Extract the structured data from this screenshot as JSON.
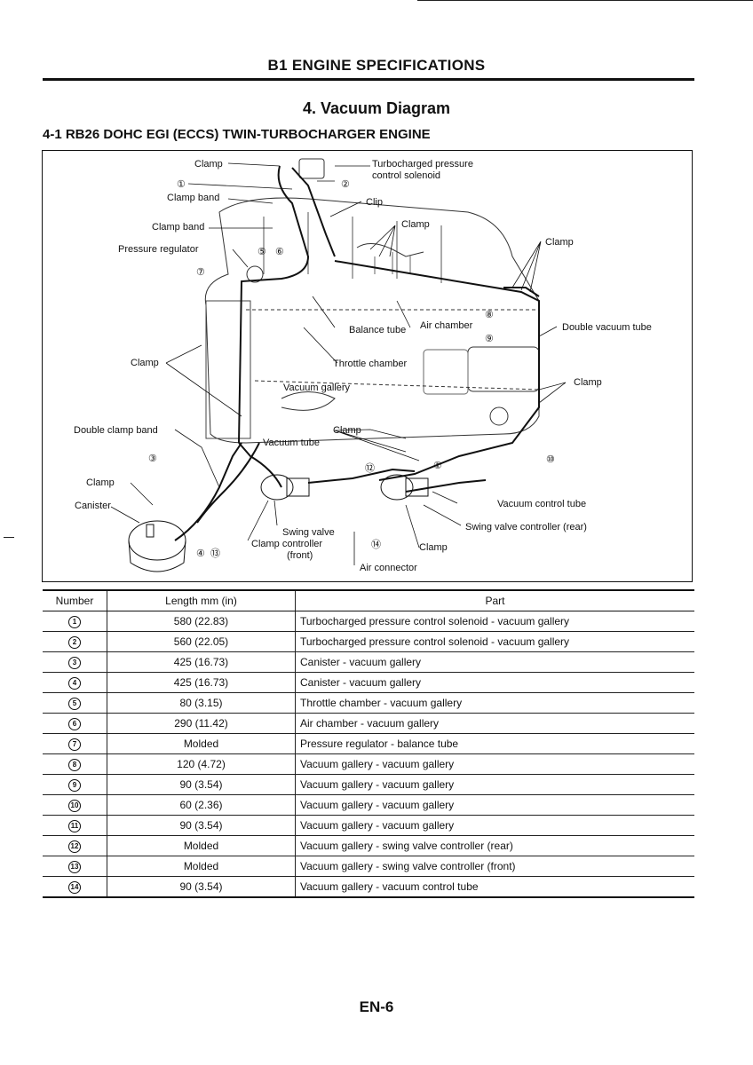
{
  "header": {
    "title": "B1 ENGINE SPECIFICATIONS"
  },
  "section": {
    "title": "4. Vacuum Diagram"
  },
  "subsection": {
    "title": "4-1 RB26 DOHC EGI (ECCS) TWIN-TURBOCHARGER ENGINE"
  },
  "diagram": {
    "labels": {
      "clamp_1": "Clamp",
      "clamp_band_1": "Clamp band",
      "clamp_band_2": "Clamp band",
      "pressure_regulator": "Pressure regulator",
      "turbo_solenoid_1": "Turbocharged pressure",
      "turbo_solenoid_2": "control solenoid",
      "clip": "Clip",
      "clamp_2": "Clamp",
      "clamp_3": "Clamp",
      "balance_tube": "Balance tube",
      "air_chamber": "Air chamber",
      "double_vacuum_tube": "Double vacuum tube",
      "clamp_4": "Clamp",
      "throttle_chamber": "Throttle chamber",
      "clamp_5": "Clamp",
      "vacuum_gallery": "Vacuum gallery",
      "double_clamp_band": "Double clamp band",
      "clamp_6": "Clamp",
      "vacuum_tube": "Vacuum tube",
      "clamp_7": "Clamp",
      "canister": "Canister",
      "swing_valve": "Swing valve",
      "clamp_controller_1": "Clamp controller",
      "clamp_controller_2": "(front)",
      "vacuum_control_tube": "Vacuum control tube",
      "swing_valve_controller_rear": "Swing valve controller (rear)",
      "clamp_8": "Clamp",
      "air_connector": "Air connector"
    },
    "numbers": {
      "n1a": "①",
      "n2": "②",
      "n5": "⑤",
      "n6": "⑥",
      "n7": "⑦",
      "n8": "⑧",
      "n9": "⑨",
      "n10": "⑩",
      "n1b": "①",
      "n12": "⑫",
      "n3": "③",
      "n4": "④",
      "n13": "⑬",
      "n14": "⑭"
    }
  },
  "table": {
    "headers": {
      "number": "Number",
      "length": "Length mm (in)",
      "part": "Part"
    },
    "rows": [
      {
        "number": "1",
        "length": "580 (22.83)",
        "part": "Turbocharged pressure control solenoid - vacuum gallery"
      },
      {
        "number": "2",
        "length": "560 (22.05)",
        "part": "Turbocharged pressure control solenoid - vacuum gallery"
      },
      {
        "number": "3",
        "length": "425 (16.73)",
        "part": "Canister - vacuum gallery"
      },
      {
        "number": "4",
        "length": "425 (16.73)",
        "part": "Canister - vacuum gallery"
      },
      {
        "number": "5",
        "length": "80 (3.15)",
        "part": "Throttle chamber - vacuum gallery"
      },
      {
        "number": "6",
        "length": "290 (11.42)",
        "part": "Air chamber - vacuum gallery"
      },
      {
        "number": "7",
        "length": "Molded",
        "part": "Pressure regulator - balance tube"
      },
      {
        "number": "8",
        "length": "120 (4.72)",
        "part": "Vacuum gallery - vacuum gallery"
      },
      {
        "number": "9",
        "length": "90 (3.54)",
        "part": "Vacuum gallery - vacuum gallery"
      },
      {
        "number": "10",
        "length": "60 (2.36)",
        "part": "Vacuum gallery - vacuum gallery"
      },
      {
        "number": "11",
        "length": "90 (3.54)",
        "part": "Vacuum gallery - vacuum gallery"
      },
      {
        "number": "12",
        "length": "Molded",
        "part": "Vacuum gallery - swing valve controller (rear)"
      },
      {
        "number": "13",
        "length": "Molded",
        "part": "Vacuum gallery - swing valve controller (front)"
      },
      {
        "number": "14",
        "length": "90 (3.54)",
        "part": "Vacuum gallery - vacuum control tube"
      }
    ]
  },
  "footer": {
    "page_number": "EN-6"
  }
}
